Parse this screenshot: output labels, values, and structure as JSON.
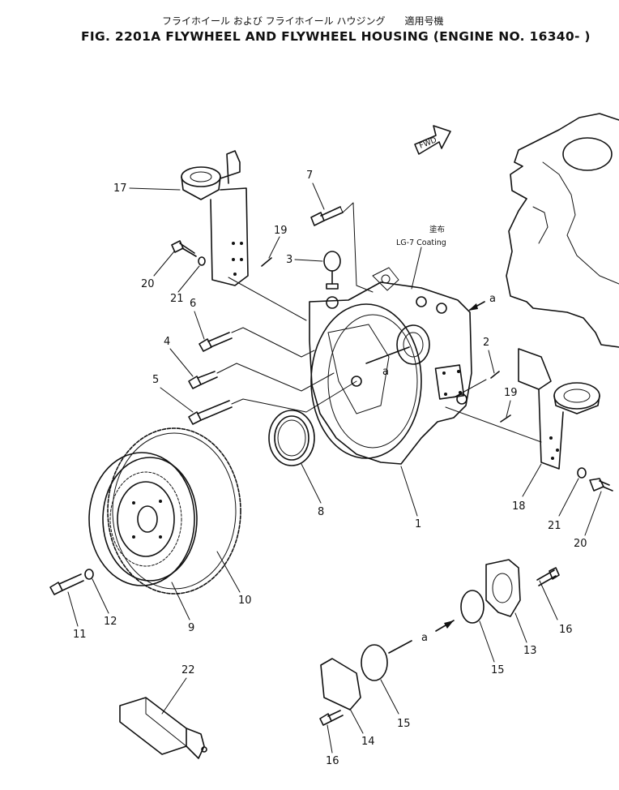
{
  "header": {
    "jp_caption": "フライホイール および フライホイール ハウジング　　適用号機",
    "title": "FIG. 2201A  FLYWHEEL AND FLYWHEEL HOUSING (ENGINE NO. 16340- )"
  },
  "annotations": {
    "fwd": "FWD",
    "coating_jp": "塗布",
    "coating": "LG-7 Coating",
    "ref_a": "a"
  },
  "callouts": [
    "17",
    "19",
    "7",
    "3",
    "20",
    "21",
    "6",
    "4",
    "5",
    "2",
    "19",
    "8",
    "1",
    "18",
    "21",
    "20",
    "10",
    "12",
    "11",
    "9",
    "16",
    "13",
    "15",
    "15",
    "14",
    "16",
    "22"
  ]
}
